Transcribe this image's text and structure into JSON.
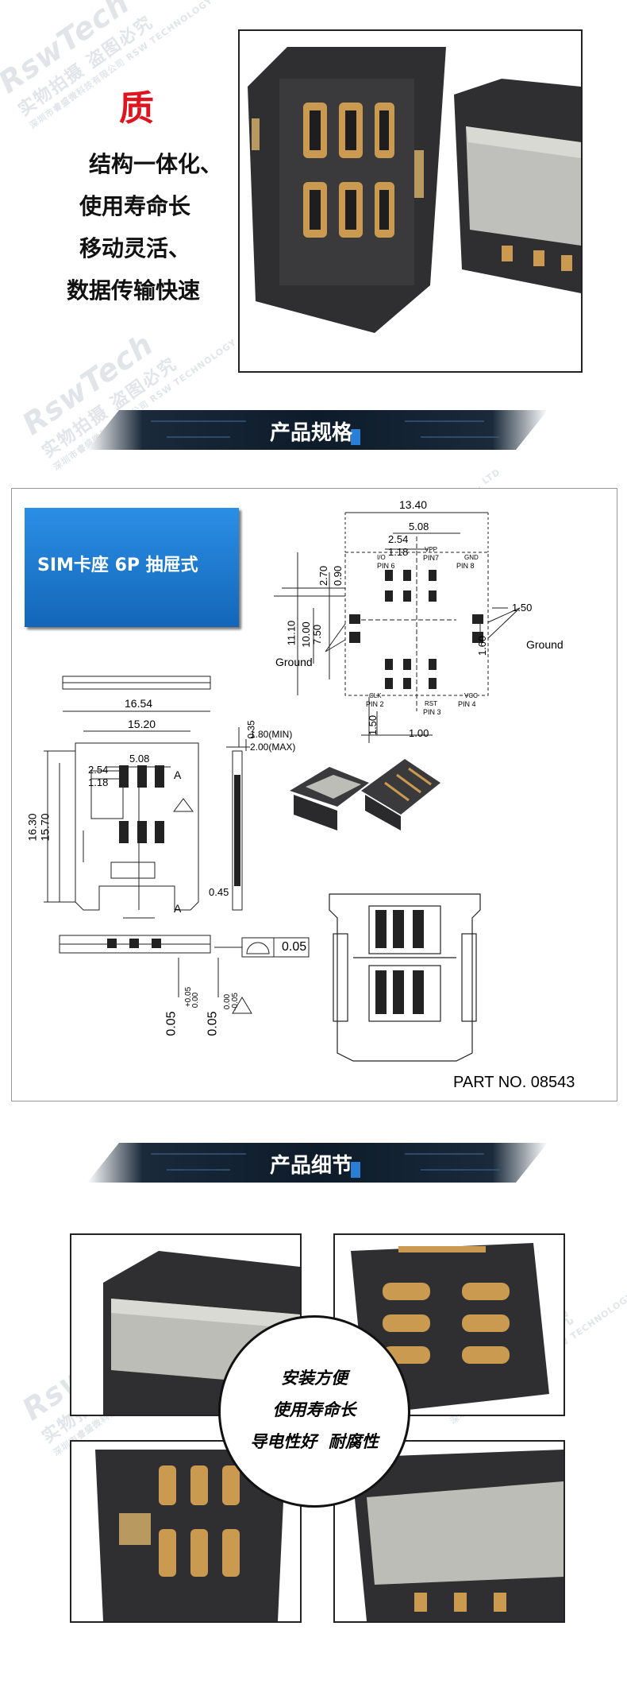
{
  "intro": {
    "quality_char": "质",
    "features": [
      "结构一体化、",
      "使用寿命长",
      "移动灵活、",
      "数据传输快速"
    ]
  },
  "section1": {
    "title": "产品规格"
  },
  "spec": {
    "badge": "SIM卡座 6P 抽屉式",
    "part_no": "PART NO. 08543",
    "dims_top": {
      "w_total": "13.40",
      "p508": "5.08",
      "p254": "2.54",
      "p118": "1.18",
      "d270": "2.70",
      "d090": "0.90",
      "d1110": "11.10",
      "d1000": "10.00",
      "d750": "7.50",
      "d150": "1.50",
      "d160": "1.60",
      "d150b": "1.50",
      "d100": "1.00",
      "ground1": "Ground",
      "ground2": "Ground",
      "pin6": "PIN 6",
      "pin7": "PIN7",
      "pin8": "PIN 8",
      "pin2": "PIN 2",
      "pin3": "PIN 3",
      "pin4": "PIN 4",
      "io": "I/O",
      "vpp": "VPP",
      "gnd": "GND",
      "clk": "CLK",
      "rst": "RST",
      "vcc": "VCC"
    },
    "dims_front": {
      "w1654": "16.54",
      "w1520": "15.20",
      "w508": "5.08",
      "w254": "2.54",
      "w118": "1.18",
      "h1630": "16.30",
      "h1570": "15.70",
      "sec_a": "A",
      "sec_a2": "A"
    },
    "dims_side": {
      "h180": "1.80(MIN)",
      "h200": "2.00(MAX)",
      "t035": "0.35",
      "t045": "0.45"
    },
    "flatness": "0.05",
    "tol1": "0.05",
    "tol1_up": "+0.05",
    "tol1_dn": "0.00",
    "tol2": "0.05",
    "tol2_up": "0.00",
    "tol2_dn": "-0.05"
  },
  "section2": {
    "title": "产品细节"
  },
  "details": {
    "lines": [
      "安装方便",
      "使用寿命长",
      "导电性好  耐腐性"
    ]
  },
  "watermark": {
    "logo": "RswTech",
    "cn": "实物拍摄  盗图必究",
    "sub": "深圳市睿盛微科技有限公司 RSW TECHNOLOGY CO., LTD"
  },
  "colors": {
    "accent_red": "#e0141e",
    "badge_blue": "#1a7fd6",
    "banner_dark": "#0d1b2a",
    "banner_accent": "#2a7fd4"
  }
}
